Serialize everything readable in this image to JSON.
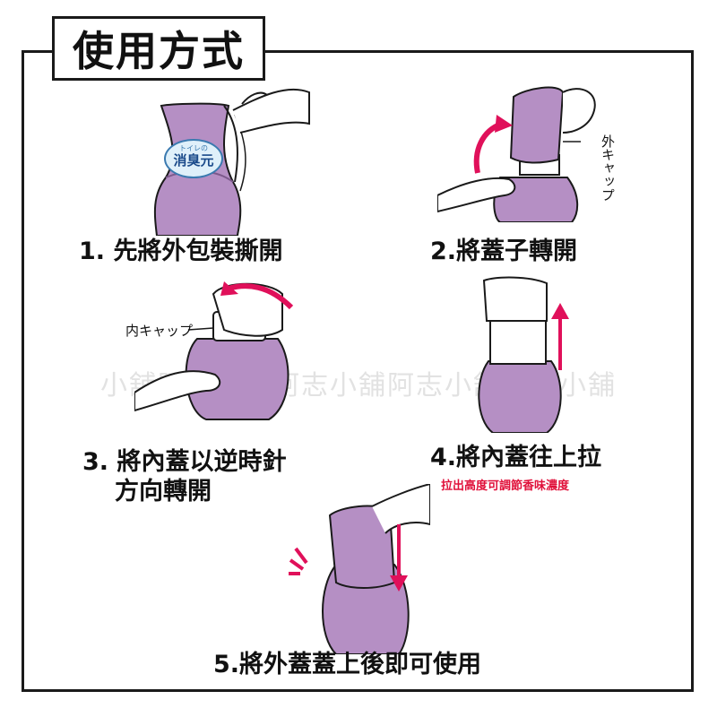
{
  "title": "使用方式",
  "steps": [
    {
      "text": "1. 先將外包裝撕開"
    },
    {
      "text": "2.將蓋子轉開"
    },
    {
      "text": "3. 將內蓋以逆時針"
    },
    {
      "text": "方向轉開"
    },
    {
      "text": "4.將內蓋往上拉"
    },
    {
      "text": "5.將外蓋蓋上後即可使用"
    }
  ],
  "step4_note": "拉出高度可調節香味濃度",
  "labels": {
    "outer_cap": "外キャップ",
    "inner_cap": "内キャップ",
    "product_badge_top": "トイレの",
    "product_badge_main": "消臭元"
  },
  "watermark": "小舖阿志小舖阿志小舖阿志小舖阿志小舖",
  "colors": {
    "bottle": "#b58fc4",
    "bottle_dark": "#7d5a8c",
    "arrow_pink": "#e0105a",
    "note_red": "#e0103a",
    "border": "#1a1a1a"
  }
}
